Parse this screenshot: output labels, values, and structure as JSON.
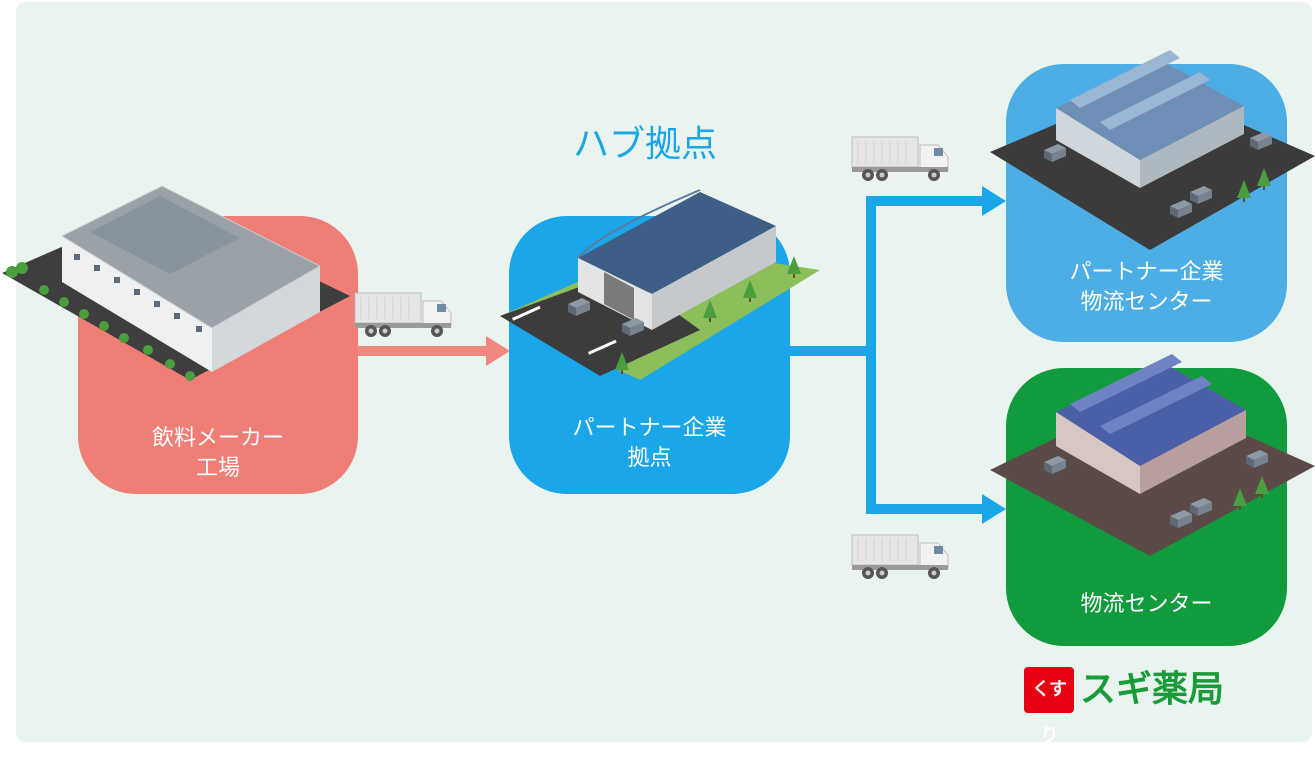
{
  "nodes": {
    "factory": {
      "line1": "飲料メーカー",
      "line2": "工場",
      "color": "#ef7e76"
    },
    "partner_hub": {
      "line1": "パートナー企業",
      "line2": "拠点",
      "color": "#1aa6e8"
    },
    "partner_dc": {
      "line1": "パートナー企業",
      "line2": "物流センター",
      "color": "#4daee6"
    },
    "sugi_dc": {
      "line1": "物流センター",
      "color": "#129b3c"
    }
  },
  "hub_title": "ハブ拠点",
  "arrow_colors": {
    "factory_to_hub": "#f08880",
    "hub_to_dc": "#1aa6e8"
  },
  "logo": {
    "badge": "くすり",
    "name": "スギ薬局",
    "badge_color": "#e60012",
    "name_color": "#1a9b3a"
  }
}
